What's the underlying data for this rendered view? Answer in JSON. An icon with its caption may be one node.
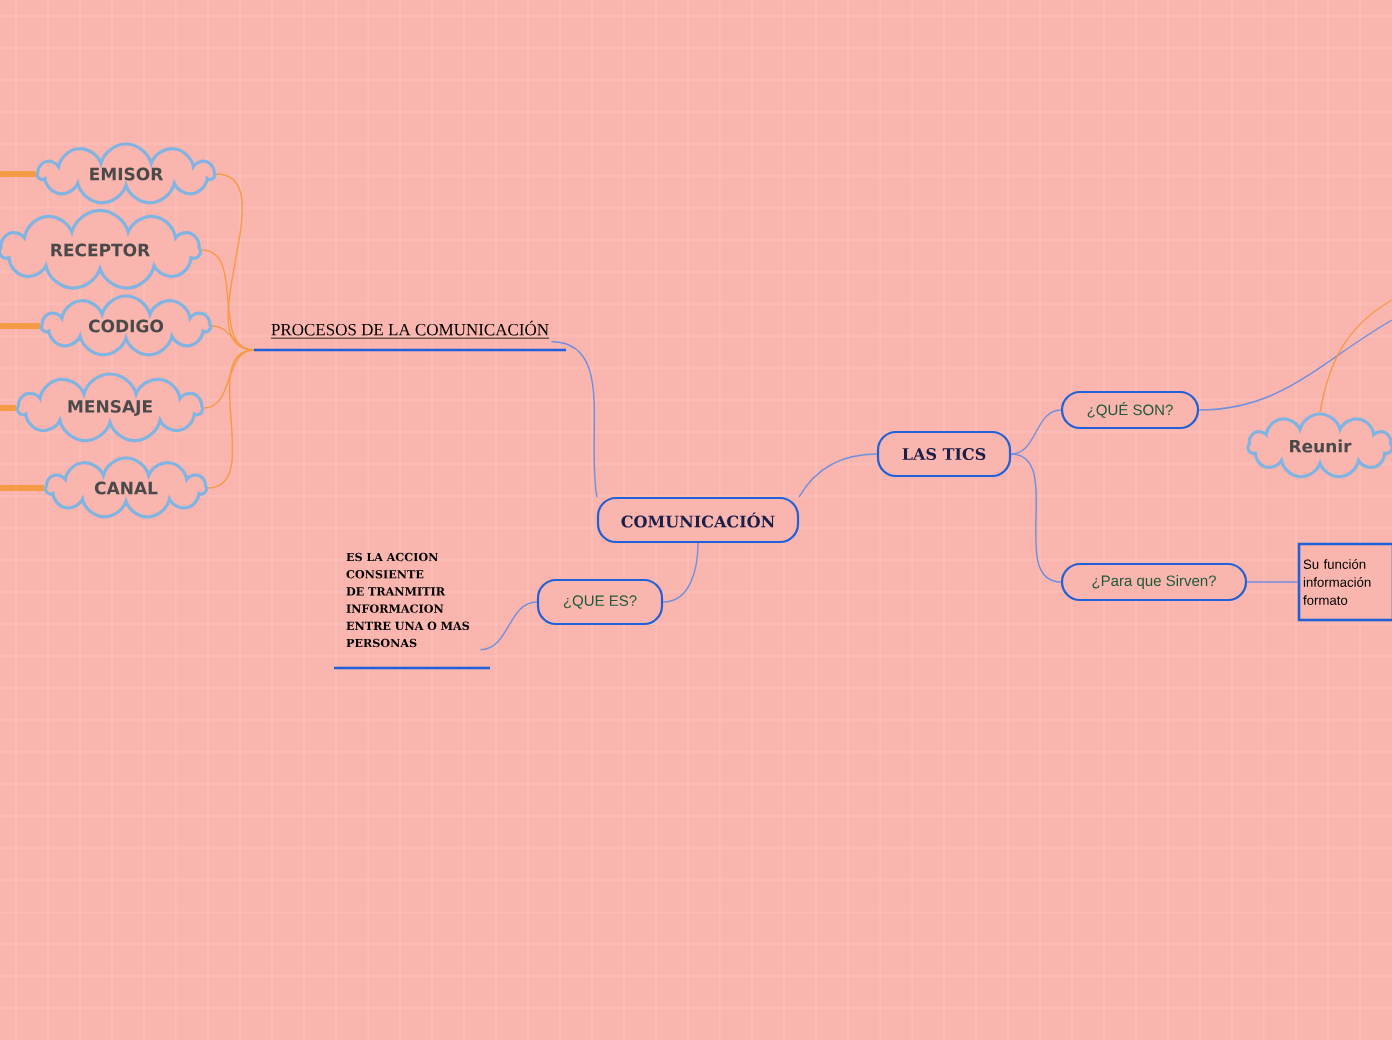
{
  "diagram": {
    "nodes": [
      {
        "text": [
          "COMUNICACIÓN"
        ]
      },
      {
        "text": [
          "PROCESOS DE LA COMUNICACIÓN"
        ]
      },
      {
        "text": [
          "EMISOR"
        ]
      },
      {
        "text": [
          "RECEPTOR"
        ]
      },
      {
        "text": [
          "CODIGO"
        ]
      },
      {
        "text": [
          "MENSAJE"
        ]
      },
      {
        "text": [
          "CANAL"
        ]
      },
      {
        "text": [
          "¿QUE ES?"
        ]
      },
      {
        "text": [
          "ES LA ACCION CONSIENTE DE TRANMITIR INFORMACION ENTRE UNA O MAS PERSONAS"
        ]
      },
      {
        "text": [
          "LAS TICS"
        ]
      },
      {
        "text": [
          "¿QUÉ SON?"
        ]
      },
      {
        "text": [
          "Reunir"
        ]
      },
      {
        "text": [
          "¿Para que Sirven?"
        ]
      },
      {
        "text": [
          "Su función información formato"
        ]
      }
    ],
    "edges": [
      {
        "from": 0,
        "to": 1,
        "arrow": "none",
        "color": "#6f8fe0"
      },
      {
        "from": 1,
        "to": 2,
        "arrow": "none"
      },
      {
        "from": 1,
        "to": 3,
        "arrow": "none"
      },
      {
        "from": 1,
        "to": 4,
        "arrow": "none"
      },
      {
        "from": 1,
        "to": 5,
        "arrow": "none"
      },
      {
        "from": 1,
        "to": 6,
        "arrow": "none"
      },
      {
        "from": 0,
        "to": 7,
        "arrow": "none",
        "color": "#6f8fe0"
      },
      {
        "from": 7,
        "to": 8,
        "arrow": "none",
        "color": "#6f8fe0"
      },
      {
        "from": 0,
        "to": 9,
        "arrow": "none",
        "color": "#6f8fe0"
      },
      {
        "from": 9,
        "to": 10,
        "arrow": "none",
        "color": "#6f8fe0"
      },
      {
        "from": 9,
        "to": 12,
        "arrow": "none",
        "color": "#6f8fe0"
      },
      {
        "from": 12,
        "to": 13,
        "arrow": "none",
        "color": "#6f8fe0"
      },
      {
        "from": 10,
        "to": null,
        "arrow": "none",
        "color": "#6f8fe0"
      },
      {
        "from": 2,
        "to": null,
        "arrow": "none",
        "style": "thick"
      },
      {
        "from": 4,
        "to": null,
        "arrow": "none",
        "style": "thick"
      },
      {
        "from": 5,
        "to": null,
        "arrow": "none",
        "style": "thick"
      },
      {
        "from": 6,
        "to": null,
        "arrow": "none",
        "style": "thick"
      },
      {
        "from": 11,
        "to": null,
        "arrow": "none"
      }
    ]
  }
}
